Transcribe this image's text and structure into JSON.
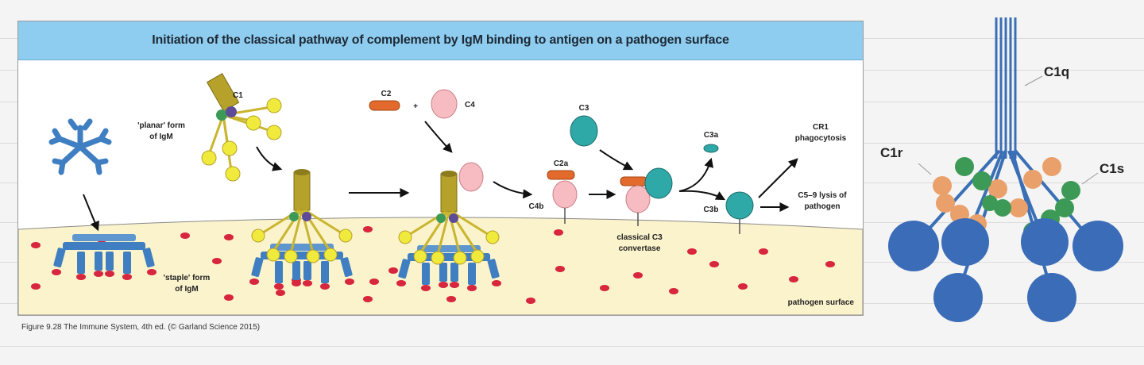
{
  "figure": {
    "title": "Initiation of the classical pathway of complement by IgM binding to antigen on a pathogen surface",
    "caption": "Figure 9.28 The Immune System, 4th ed. (© Garland Science 2015)",
    "labels": {
      "planar_form_line1": "'planar' form",
      "planar_form_line2": "of IgM",
      "staple_form_line1": "'staple' form",
      "staple_form_line2": "of IgM",
      "c1": "C1",
      "c2": "C2",
      "plus": "+",
      "c4": "C4",
      "c3": "C3",
      "c2a": "C2a",
      "c4b": "C4b",
      "c3a": "C3a",
      "c3b": "C3b",
      "classical_c3_line1": "classical C3",
      "classical_c3_line2": "convertase",
      "cr1_line1": "CR1",
      "cr1_line2": "phagocytosis",
      "c5_line1": "C5–9 lysis of",
      "c5_line2": "pathogen",
      "pathogen_surface": "pathogen surface"
    },
    "colors": {
      "title_bar": "#8fcdf0",
      "surface": "#fbf3cc",
      "igm": "#3f7fc1",
      "c1q": "#b6a12a",
      "c1_head": "#f0ea3c",
      "c2": "#e26a2c",
      "c4": "#f6bcc2",
      "c3": "#2fa9a8",
      "antigen": "#d7263d"
    }
  },
  "c1_model": {
    "labels": {
      "c1q": "C1q",
      "c1r": "C1r",
      "c1s": "C1s"
    },
    "colors": {
      "stalk": "#3a6fb5",
      "head": "#3a6cb8",
      "c1r": "#eaa06a",
      "c1s": "#3d9a56"
    }
  }
}
